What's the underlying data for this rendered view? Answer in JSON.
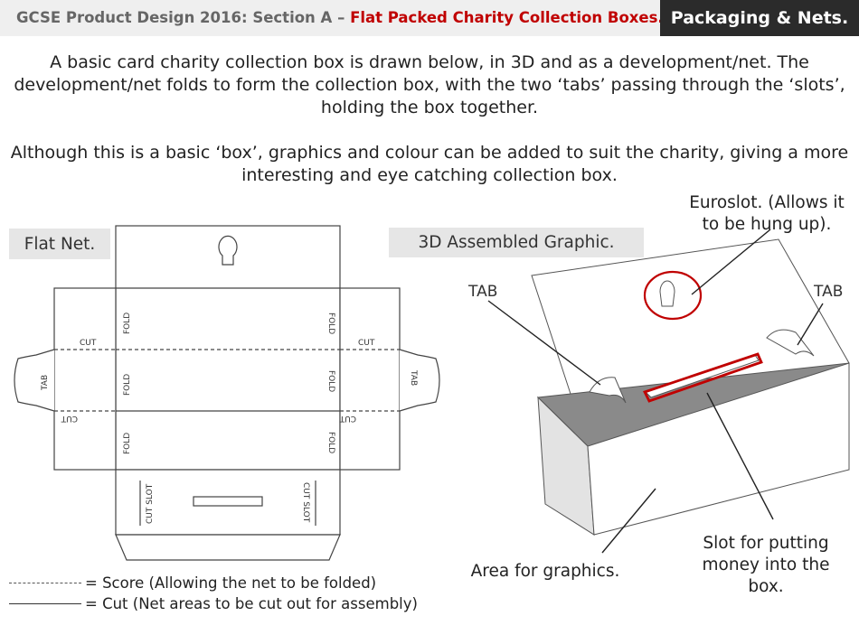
{
  "header": {
    "title_main": "GCSE Product Design 2016: Section A – ",
    "title_accent": "Flat Packed Charity Collection Boxes.",
    "topic": "Packaging & Nets."
  },
  "intro": {
    "paragraph1": "A basic card charity collection box is drawn below, in 3D and as a development/net. The development/net folds to form the collection box, with the two ‘tabs’ passing through the ‘slots’, holding the box together.",
    "paragraph2": "Although this is a basic ‘box’, graphics and colour can be added to suit the charity, giving a more interesting and eye catching collection box."
  },
  "flat_net": {
    "label": "Flat Net.",
    "fold": "FOLD",
    "cut": "CUT",
    "tab": "TAB",
    "cut_slot": "CUT SLOT"
  },
  "assembled": {
    "label": "3D Assembled Graphic.",
    "euroslot_line1": "Euroslot. (Allows it",
    "euroslot_line2": "to be hung up).",
    "tab": "TAB",
    "slot_line1": "Slot for putting",
    "slot_line2": "money into the",
    "slot_line3": "box.",
    "graphics_area": "Area for graphics."
  },
  "key": {
    "score": "= Score (Allowing the net to be folded)",
    "cut": "= Cut (Net areas to be cut out for assembly)"
  },
  "colors": {
    "accent_red": "#c00000",
    "badge_bg": "#2b2b2b",
    "top_grey": "#8a8a8a"
  }
}
